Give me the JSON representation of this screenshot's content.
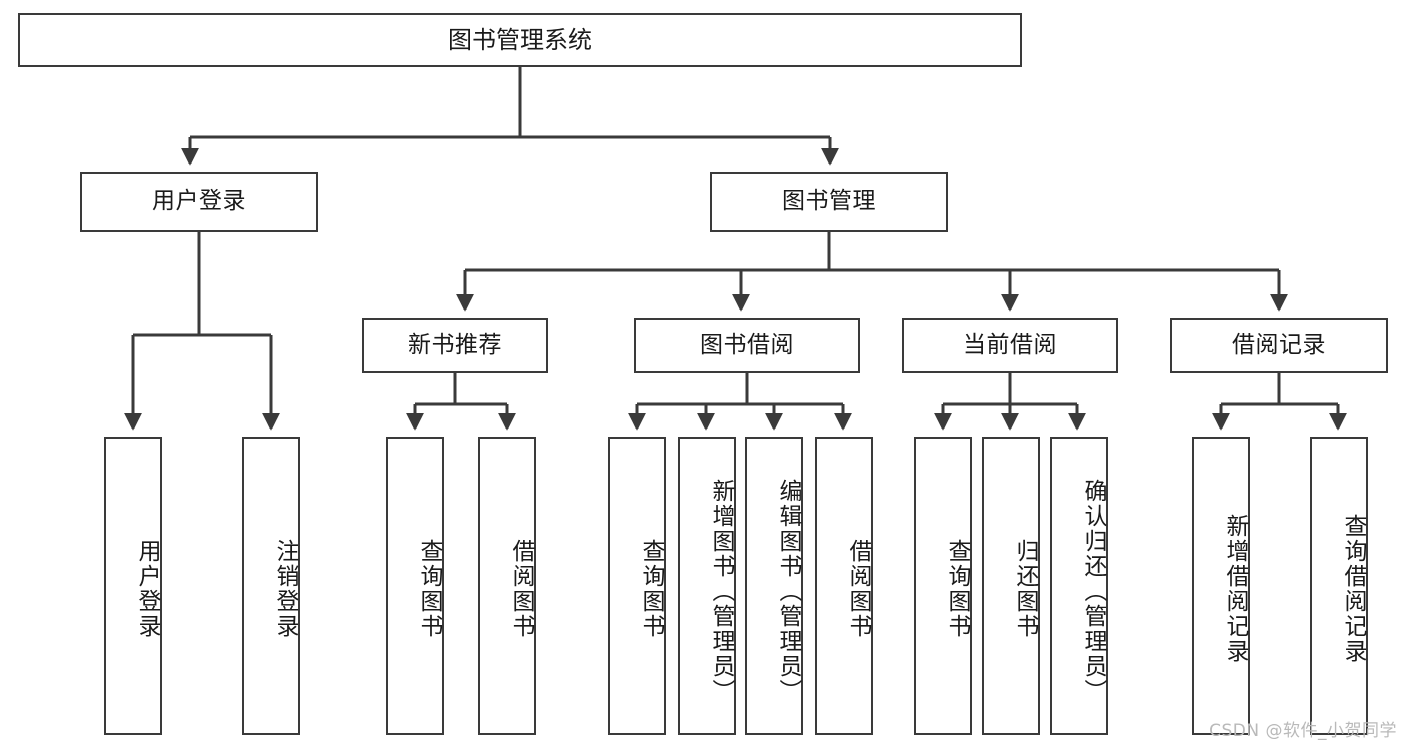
{
  "diagram": {
    "type": "tree-hierarchy",
    "title": "图书管理系统",
    "watermark": "CSDN @软件_小贺同学",
    "colors": {
      "box_border": "#3a3a3a",
      "box_fill": "#ffffff",
      "connector": "#3a3a3a",
      "text": "#1a1a1a",
      "watermark": "#b9b9b9"
    },
    "levels": {
      "root": "图书管理系统",
      "level2": [
        "用户登录",
        "图书管理"
      ],
      "level3": [
        "新书推荐",
        "图书借阅",
        "当前借阅",
        "借阅记录"
      ]
    },
    "nodes": {
      "root": {
        "label": "图书管理系统"
      },
      "user_login": {
        "label": "用户登录"
      },
      "book_manage": {
        "label": "图书管理"
      },
      "new_book_rec": {
        "label": "新书推荐"
      },
      "book_borrow": {
        "label": "图书借阅"
      },
      "current_borrow": {
        "label": "当前借阅"
      },
      "borrow_record": {
        "label": "借阅记录"
      },
      "leaf_user_login": {
        "label": "用户登录"
      },
      "leaf_logout": {
        "label": "注销登录"
      },
      "leaf_query_book_a": {
        "label": "查询图书"
      },
      "leaf_borrow_book_a": {
        "label": "借阅图书"
      },
      "leaf_query_book_b": {
        "label": "查询图书"
      },
      "leaf_add_book": {
        "label": "新增图书（管理员）"
      },
      "leaf_edit_book": {
        "label": "编辑图书（管理员）"
      },
      "leaf_borrow_book_b": {
        "label": "借阅图书"
      },
      "leaf_query_book_c": {
        "label": "查询图书"
      },
      "leaf_return_book": {
        "label": "归还图书"
      },
      "leaf_confirm_return": {
        "label": "确认归还（管理员）"
      },
      "leaf_add_record": {
        "label": "新增借阅记录"
      },
      "leaf_query_record": {
        "label": "查询借阅记录"
      }
    },
    "edges": [
      {
        "from": "root",
        "to": "user_login"
      },
      {
        "from": "root",
        "to": "book_manage"
      },
      {
        "from": "user_login",
        "to": "leaf_user_login"
      },
      {
        "from": "user_login",
        "to": "leaf_logout"
      },
      {
        "from": "book_manage",
        "to": "new_book_rec"
      },
      {
        "from": "book_manage",
        "to": "book_borrow"
      },
      {
        "from": "book_manage",
        "to": "current_borrow"
      },
      {
        "from": "book_manage",
        "to": "borrow_record"
      },
      {
        "from": "new_book_rec",
        "to": "leaf_query_book_a"
      },
      {
        "from": "new_book_rec",
        "to": "leaf_borrow_book_a"
      },
      {
        "from": "book_borrow",
        "to": "leaf_query_book_b"
      },
      {
        "from": "book_borrow",
        "to": "leaf_add_book"
      },
      {
        "from": "book_borrow",
        "to": "leaf_edit_book"
      },
      {
        "from": "book_borrow",
        "to": "leaf_borrow_book_b"
      },
      {
        "from": "current_borrow",
        "to": "leaf_query_book_c"
      },
      {
        "from": "current_borrow",
        "to": "leaf_return_book"
      },
      {
        "from": "current_borrow",
        "to": "leaf_confirm_return"
      },
      {
        "from": "borrow_record",
        "to": "leaf_add_record"
      },
      {
        "from": "borrow_record",
        "to": "leaf_query_record"
      }
    ]
  }
}
